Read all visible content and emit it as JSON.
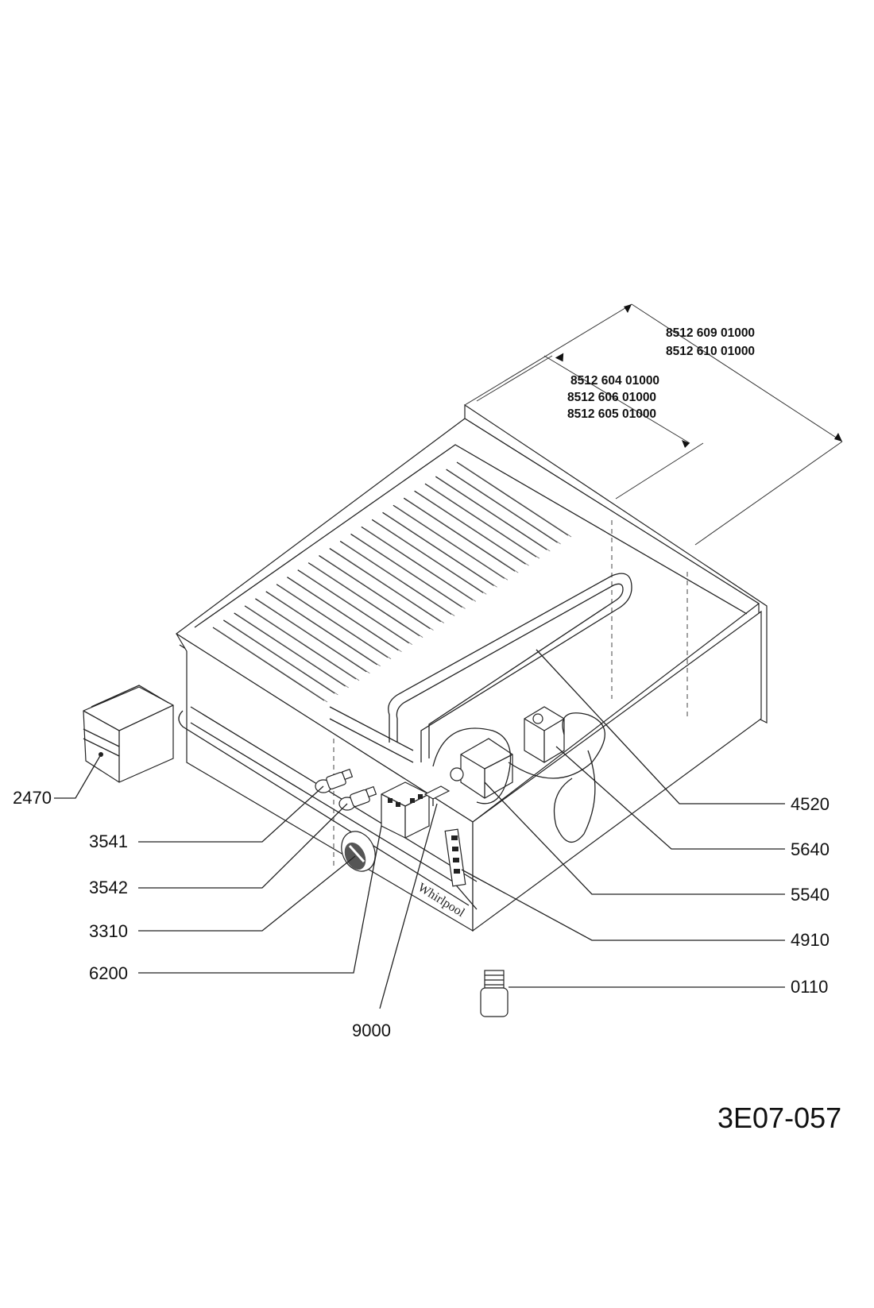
{
  "part_numbers": {
    "wide_1": "8512 609 01000",
    "wide_2": "8512 610 01000",
    "narrow_1": "8512 604 01000",
    "narrow_2": "8512 606 01000",
    "narrow_3": "8512 605 01000"
  },
  "callouts": {
    "c2470": "2470",
    "c3541": "3541",
    "c3542": "3542",
    "c3310": "3310",
    "c6200": "6200",
    "c9000": "9000",
    "c4520": "4520",
    "c5640": "5640",
    "c5540": "5540",
    "c4910": "4910",
    "c0110": "0110"
  },
  "brand": "Whirlpool",
  "sheet_code": "3E07-057"
}
